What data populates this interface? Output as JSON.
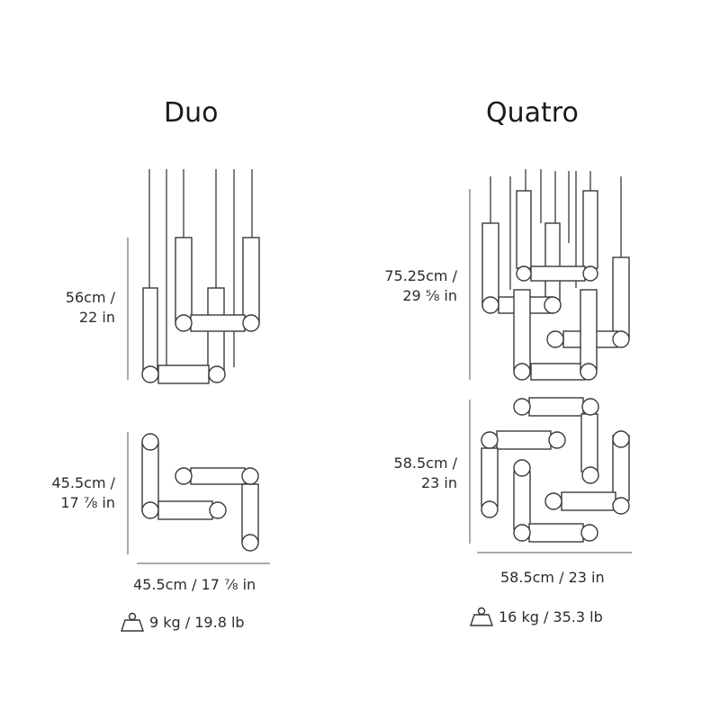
{
  "duo": {
    "title": "Duo",
    "height_cm": "56cm /",
    "height_in": "22 in",
    "top_cm": "45.5cm /",
    "top_in": "17 ⅞ in",
    "width": "45.5cm / 17 ⅞ in",
    "weight": "9 kg / 19.8 lb"
  },
  "quatro": {
    "title": "Quatro",
    "height_cm": "75.25cm /",
    "height_in": "29 ⅝ in",
    "top_cm": "58.5cm /",
    "top_in": "23 in",
    "width": "58.5cm / 23 in",
    "weight": "16 kg / 35.3 lb"
  },
  "icons": {
    "weight": "weight-icon"
  }
}
